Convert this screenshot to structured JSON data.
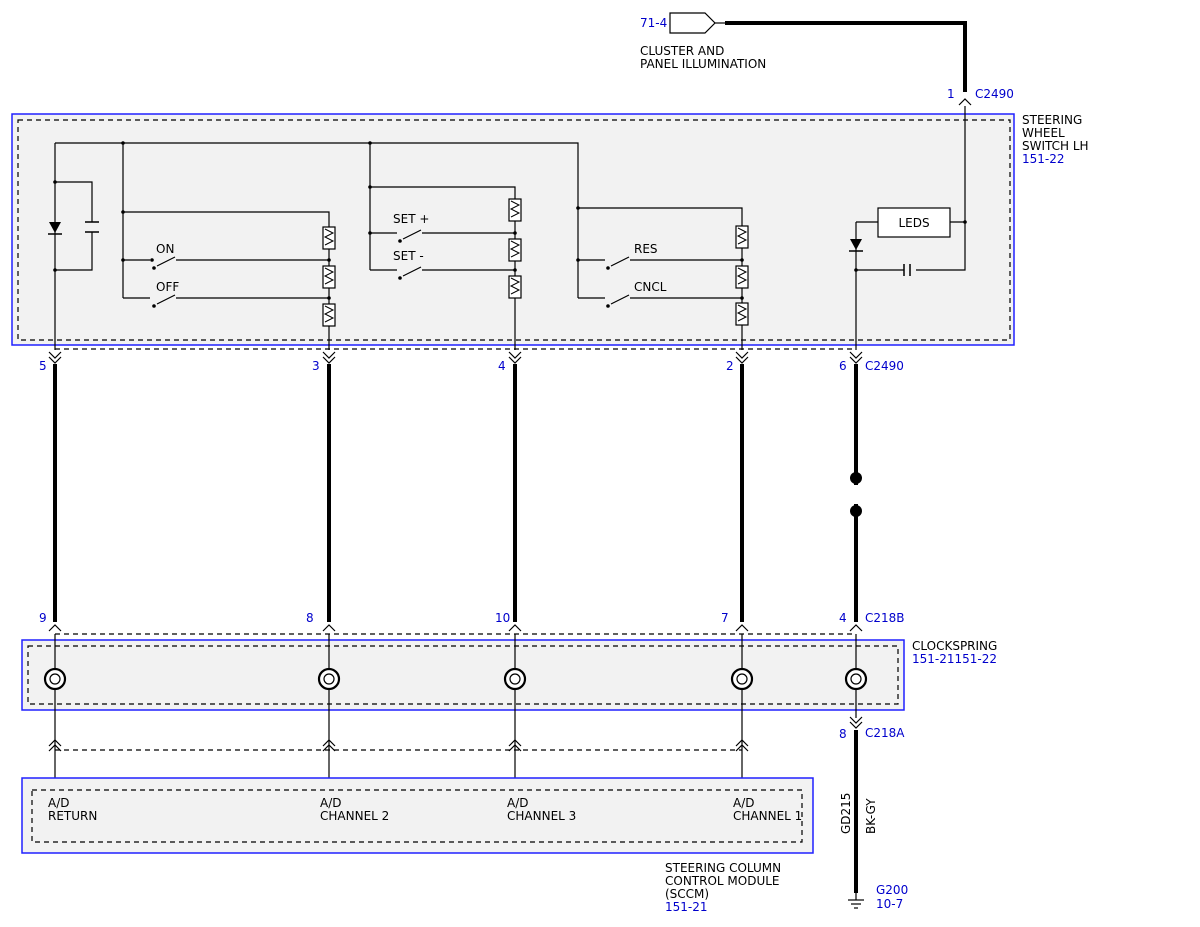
{
  "top_connector": {
    "ref": "71-4",
    "label_line1": "CLUSTER AND",
    "label_line2": "PANEL ILLUMINATION",
    "pin": "1",
    "name": "C2490"
  },
  "switch_module": {
    "line1": "STEERING",
    "line2": "WHEEL",
    "line3": "SWITCH LH",
    "ref": "151-22",
    "switch_labels": {
      "on": "ON",
      "off": "OFF",
      "set_plus": "SET +",
      "set_minus": "SET -",
      "res": "RES",
      "cncl": "CNCL",
      "leds": "LEDS"
    }
  },
  "c2490_pins": {
    "p5": "5",
    "p3": "3",
    "p4": "4",
    "p2": "2",
    "p6": "6",
    "name": "C2490"
  },
  "c218b_pins": {
    "p9": "9",
    "p8": "8",
    "p10": "10",
    "p7": "7",
    "p4": "4",
    "name": "C218B"
  },
  "clockspring": {
    "label": "CLOCKSPRING",
    "ref": "151-21151-22"
  },
  "c218a": {
    "pin": "8",
    "name": "C218A"
  },
  "ground_wire": {
    "circuit": "GD215",
    "color": "BK-GY"
  },
  "ground": {
    "name": "G200",
    "ref": "10-7"
  },
  "sccm": {
    "inputs": [
      {
        "l1": "A/D",
        "l2": "RETURN"
      },
      {
        "l1": "A/D",
        "l2": "CHANNEL 2"
      },
      {
        "l1": "A/D",
        "l2": "CHANNEL 3"
      },
      {
        "l1": "A/D",
        "l2": "CHANNEL 1"
      }
    ],
    "line1": "STEERING COLUMN",
    "line2": "CONTROL MODULE",
    "line3": "(SCCM)",
    "ref": "151-21"
  }
}
